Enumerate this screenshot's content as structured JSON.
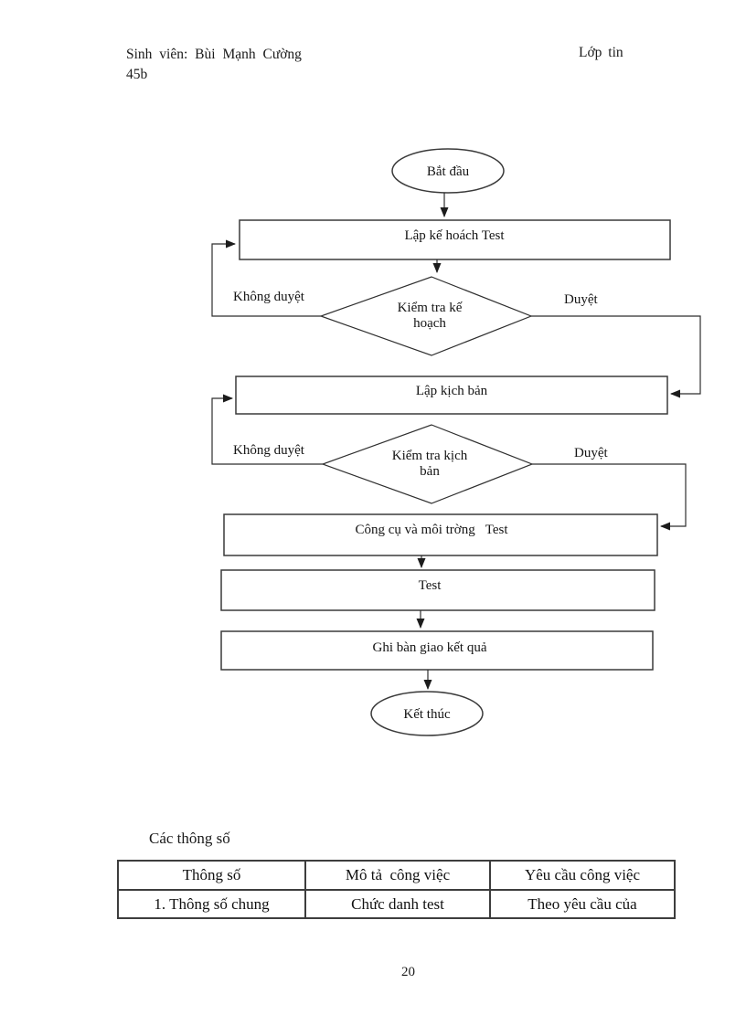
{
  "page": {
    "header_left_line1": "Sinh viên: Bùi Mạnh Cường",
    "header_left_line2": "45b",
    "header_right": "Lớp tin",
    "page_number": "20"
  },
  "flowchart": {
    "start": "Bắt đầu",
    "step1": "Lập kế hoách Test",
    "decision1_line1": "Kiểm tra kế",
    "decision1_line2": "hoạch",
    "decision1_no": "Không duyệt",
    "decision1_yes": "Duyệt",
    "step2": "Lập kịch bản",
    "decision2_line1": "Kiểm tra kịch",
    "decision2_line2": "bản",
    "decision2_no": "Không duyệt",
    "decision2_yes": "Duyệt",
    "step3": "Công cụ và môi trờng   Test",
    "step4": "Test",
    "step5": "Ghi bàn giao kết quả",
    "end": "Kết thúc",
    "line_color": "#2e2e2e"
  },
  "table": {
    "caption": "Các thông số",
    "headers": [
      "Thông số",
      "Mô tả  công việc",
      "Yêu cầu công việc"
    ],
    "rows": [
      [
        "1. Thông số chung",
        "Chức danh test",
        "Theo yêu cầu của"
      ]
    ]
  }
}
